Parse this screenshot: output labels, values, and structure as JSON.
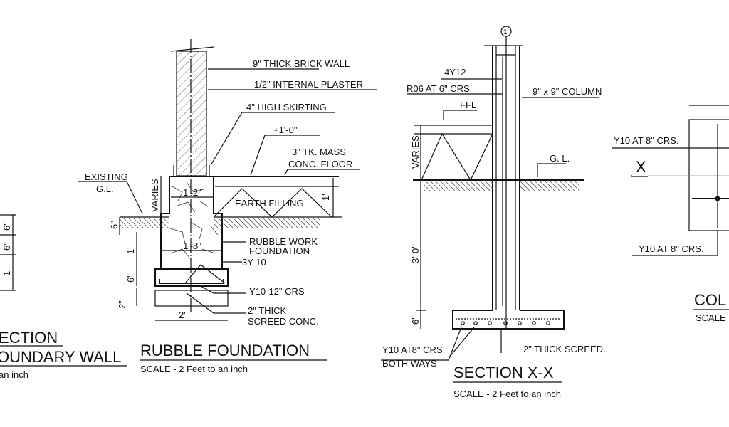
{
  "left_partial": {
    "dims": [
      "6\"",
      "6\"",
      "1'"
    ],
    "title_line1": "ECTION",
    "title_line2": "OUNDARY WALL",
    "scale": "an inch"
  },
  "rubble_foundation": {
    "labels": {
      "brick_wall": "9\" THICK BRICK WALL",
      "plaster": "1/2\" INTERNAL PLASTER",
      "skirting": "4\" HIGH SKIRTING",
      "level": "+1'-0\"",
      "mass_conc_1": "3\" TK. MASS",
      "mass_conc_2": "CONC. FLOOR",
      "existing_1": "EXISTING",
      "existing_2": "G.L.",
      "varies": "VARIES",
      "dim_top": "1'-2\"",
      "earth": "EARTH FILLING",
      "dim_1ft_right": "1'",
      "dim_6in": "6\"",
      "dim_1ft": "1'",
      "dim_mid": "1'-8\"",
      "rubble_1": "RUBBLE WORK",
      "rubble_2": "FOUNDATION",
      "bars": "3Y 10",
      "dim_6in_b": "6\"",
      "y10": "Y10-12\" CRS",
      "dim_2in": "2\"",
      "screed_1": "2\" THICK",
      "screed_2": "SCREED CONC.",
      "dim_2ft": "2'"
    },
    "title": "RUBBLE FOUNDATION",
    "scale": "SCALE - 2 Feet to an inch"
  },
  "section_xx": {
    "grid_marker": "1",
    "labels": {
      "bars": "4Y12",
      "links": "R06 AT 6\" CRS.",
      "column": "9\" x 9\" COLUMN",
      "ffl": "FFL",
      "varies": "VARIES",
      "gl": "G. L.",
      "dim_3ft": "3'-0\"",
      "dim_6in": "6\"",
      "y10": "Y10 AT8\" CRS.",
      "both": "BOTH WAYS",
      "screed": "2\" THICK SCREED."
    },
    "title": "SECTION X-X",
    "scale": "SCALE - 2 Feet to an inch"
  },
  "column_partial": {
    "label_top": "Y10  AT 8\"  CRS.",
    "section_mark": "X",
    "label_bottom": "Y10 AT 8\" CRS.",
    "title": "COL",
    "scale": "SCALE"
  }
}
